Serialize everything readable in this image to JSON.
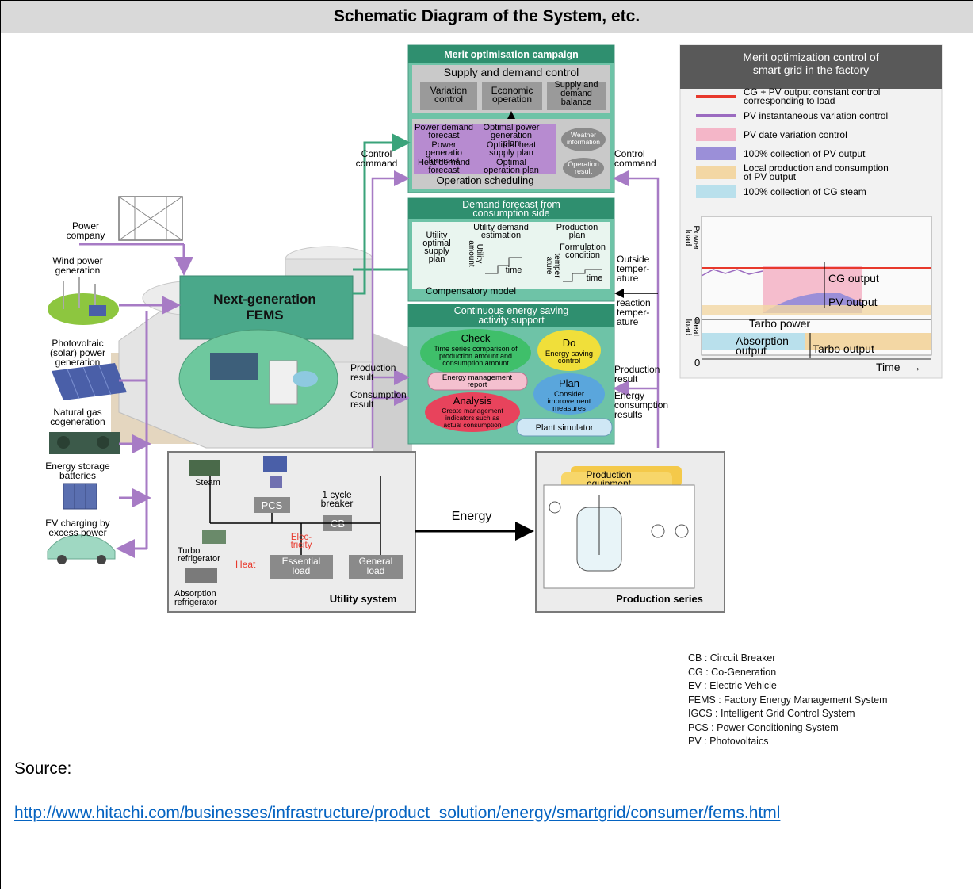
{
  "title": "Schematic Diagram of the System, etc.",
  "sources": {
    "power_company": "Power company",
    "wind": "Wind power generation",
    "pv": "Photovoltaic (solar) power generation",
    "gas": "Natural gas cogeneration",
    "battery": "Energy storage batteries",
    "ev": "EV charging by excess power"
  },
  "fems": "Next-generation FEMS",
  "merit": {
    "header": "Merit optimisation campaign",
    "title": "Supply and demand control",
    "boxes": [
      "Variation control",
      "Economic operation",
      "Supply and demand balance"
    ],
    "plan_items": [
      "Power demand forecast",
      "Optimal power generation plan",
      "Power generatio forecast",
      "Optimal heat supply plan",
      "Heat demand forecast",
      "Optimal operation plan"
    ],
    "weather": "Weather information",
    "op_result": "Operation result",
    "scheduling": "Operation scheduling"
  },
  "demand": {
    "header": "Demand forecast from consumption side",
    "utility_estimation": "Utility demand estimation",
    "production_plan": "Production plan",
    "formulation": "Formulation condition",
    "supply_plan": "Utility optimal supply plan",
    "utility_amount": "Utility amount",
    "temperature": "temper ature",
    "time": "time",
    "compensatory": "Compensatory model"
  },
  "activity": {
    "header": "Continuous energy saving activity support",
    "check_title": "Check",
    "check_text": "Time series comparison of production amount and consumption amount",
    "do_title": "Do",
    "do_text": "Energy saving control",
    "report": "Energy management report",
    "plan_title": "Plan",
    "plan_text": "Consider improvement measures",
    "analysis_title": "Analysis",
    "analysis_text": "Create management indicators such as actual consumption",
    "simulator": "Plant simulator"
  },
  "side_labels": {
    "control_left": "Control command",
    "control_right": "Control command",
    "outside_temp": "Outside temper- ature",
    "reaction_temp": "reaction temper- ature",
    "production_result_left": "Production result",
    "consumption_result": "Consumption result",
    "production_result_right": "Production result",
    "energy_consumption": "Energy consumption results"
  },
  "chart": {
    "title": "Merit optimization control of smart grid in the factory",
    "legend": [
      {
        "label": "CG + PV output constant control corresponding to load",
        "color": "#e8392c"
      },
      {
        "label": "PV instantaneous variation control",
        "color": "#9b6bc0"
      },
      {
        "label": "PV date variation control",
        "color": "#f4b6c8"
      },
      {
        "label": "100% collection of PV output",
        "color": "#9b8fd8"
      },
      {
        "label": "Local production and consumption of PV output",
        "color": "#f3d7a4"
      },
      {
        "label": "100% collection of CG steam",
        "color": "#b9e0ec"
      }
    ],
    "power_load": "Power load",
    "heat_load": "Heat load",
    "cg_output": "CG output",
    "pv_output": "PV output",
    "tarbo_power": "Tarbo power",
    "absorption_output": "Absorption output",
    "tarbo_output": "Tarbo output",
    "zero": "0",
    "time": "Time"
  },
  "utility": {
    "title": "Utility system",
    "steam": "Steam",
    "pcs": "PCS",
    "breaker": "1 cycle breaker",
    "cb": "CB",
    "electricity": "Elec- tricity",
    "turbo": "Turbo refrigerator",
    "heat": "Heat",
    "essential": "Essential load",
    "general": "General load",
    "absorption": "Absorption refrigerator"
  },
  "energy": "Energy",
  "production": {
    "title": "Production series",
    "equipment": "Production equipment"
  },
  "abbreviations": [
    "CB : Circuit Breaker",
    "CG : Co-Generation",
    "EV : Electric Vehicle",
    "FEMS : Factory Energy Management System",
    "IGCS : Intelligent Grid Control System",
    "PCS : Power Conditioning System",
    "PV : Photovoltaics"
  ],
  "source_label": "Source:",
  "source_url": "http://www.hitachi.com/businesses/infrastructure/product_solution/energy/smartgrid/consumer/fems.html"
}
